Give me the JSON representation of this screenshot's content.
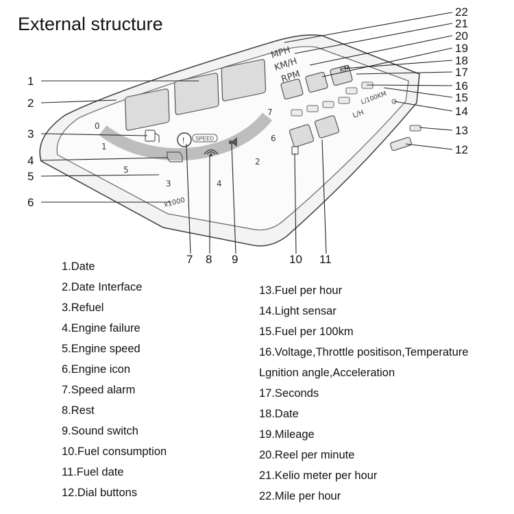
{
  "title": "External structure",
  "callouts": {
    "n1": "1",
    "n2": "2",
    "n3": "3",
    "n4": "4",
    "n5": "5",
    "n6": "6",
    "n7": "7",
    "n8": "8",
    "n9": "9",
    "n10": "10",
    "n11": "11",
    "n12": "12",
    "n13": "13",
    "n14": "14",
    "n15": "15",
    "n16": "16",
    "n17": "17",
    "n18": "18",
    "n19": "19",
    "n20": "20",
    "n21": "21",
    "n22": "22"
  },
  "display": {
    "unit_mph": "MPH",
    "unit_kmh": "KM/H",
    "unit_rpm": "RPM",
    "unit_km": "KM",
    "unit_l100km": "L/100KM",
    "unit_lh": "L/H",
    "speed_label": "SPEED",
    "rpm_scale_label": "x1000",
    "gauge_ticks": [
      "0",
      "1",
      "2",
      "3",
      "4",
      "5",
      "6",
      "7"
    ]
  },
  "legend_left": [
    "1.Date",
    "2.Date Interface",
    "3.Refuel",
    "4.Engine failure",
    "5.Engine speed",
    "6.Engine icon",
    "7.Speed alarm",
    "8.Rest",
    "9.Sound switch",
    "10.Fuel consumption",
    "11.Fuel date",
    "12.Dial buttons"
  ],
  "legend_right": [
    "13.Fuel per hour",
    "14.Light sensar",
    "15.Fuel per 100km",
    "16.Voltage,Throttle positison,Temperature",
    "Lgnition angle,Acceleration",
    "17.Seconds",
    "18.Date",
    "19.Mileage",
    "20.Reel per minute",
    "21.Kelio meter per hour",
    "22.Mile per hour"
  ]
}
